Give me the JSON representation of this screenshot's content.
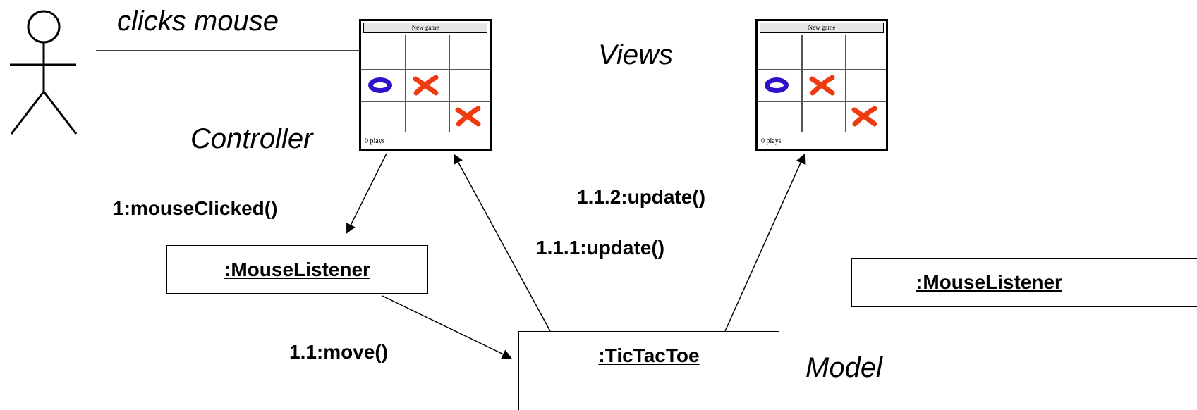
{
  "labels": {
    "clicks_mouse": "clicks mouse",
    "views": "Views",
    "controller": "Controller",
    "model": "Model"
  },
  "messages": {
    "mouse_clicked": "1:mouseClicked()",
    "update_2": "1.1.2:update()",
    "update_1": "1.1.1:update()",
    "move": "1.1:move()"
  },
  "objects": {
    "mouse_listener_left": ":MouseListener",
    "mouse_listener_right": ":MouseListener",
    "tictactoe": ":TicTacToe"
  },
  "boards": {
    "controller_board": {
      "title": "New game",
      "status": "0 plays"
    },
    "view_board": {
      "title": "New game",
      "status": "0 plays"
    }
  },
  "colors": {
    "o_mark": "#3010c8",
    "x_mark": "#ee3a10"
  },
  "icons": [
    "actor-stick-figure-icon",
    "hollow-arrow-icon",
    "o-mark-icon",
    "x-mark-icon"
  ]
}
